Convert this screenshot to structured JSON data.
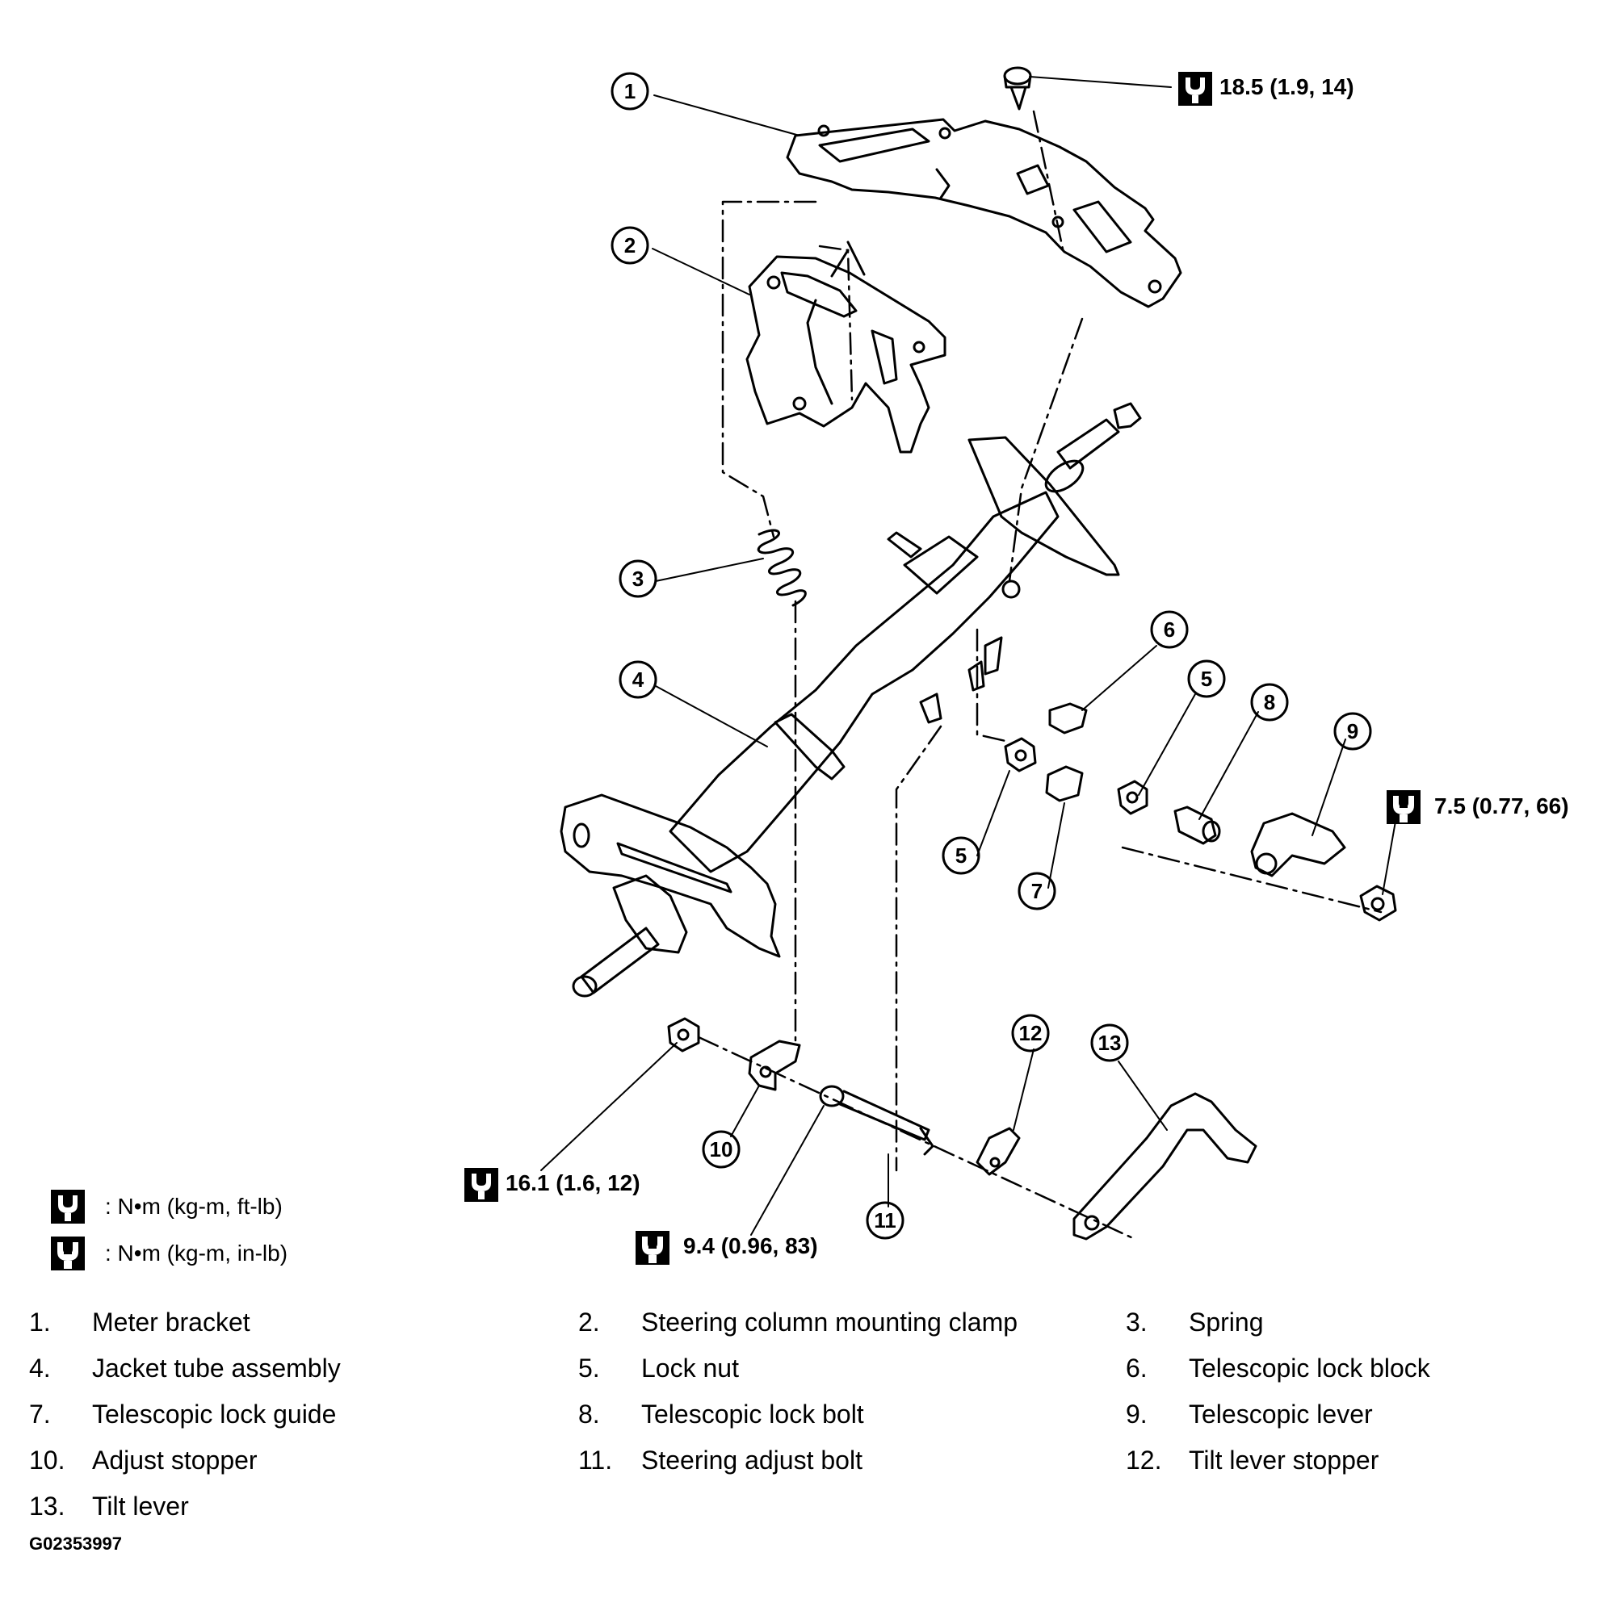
{
  "callouts": [
    "1",
    "2",
    "3",
    "4",
    "5",
    "6",
    "5",
    "7",
    "8",
    "9",
    "10",
    "11",
    "12",
    "13"
  ],
  "torque_labels": {
    "t1": "18.5 (1.9, 14)",
    "t2": "7.5 (0.77, 66)",
    "t3": "16.1 (1.6, 12)",
    "t4": "9.4 (0.96, 83)"
  },
  "legend": {
    "outline_wrench": ": N•m (kg-m, ft-lb)",
    "solid_wrench": ": N•m (kg-m, in-lb)"
  },
  "parts": [
    {
      "num": "1.",
      "name": "Meter bracket"
    },
    {
      "num": "2.",
      "name": "Steering column mounting clamp"
    },
    {
      "num": "3.",
      "name": "Spring"
    },
    {
      "num": "4.",
      "name": "Jacket tube assembly"
    },
    {
      "num": "5.",
      "name": "Lock nut"
    },
    {
      "num": "6.",
      "name": "Telescopic lock block"
    },
    {
      "num": "7.",
      "name": "Telescopic lock guide"
    },
    {
      "num": "8.",
      "name": "Telescopic lock bolt"
    },
    {
      "num": "9.",
      "name": "Telescopic lever"
    },
    {
      "num": "10.",
      "name": "Adjust stopper"
    },
    {
      "num": "11.",
      "name": "Steering adjust bolt"
    },
    {
      "num": "12.",
      "name": "Tilt lever stopper"
    },
    {
      "num": "13.",
      "name": "Tilt lever"
    }
  ],
  "figure_code": "G02353997"
}
